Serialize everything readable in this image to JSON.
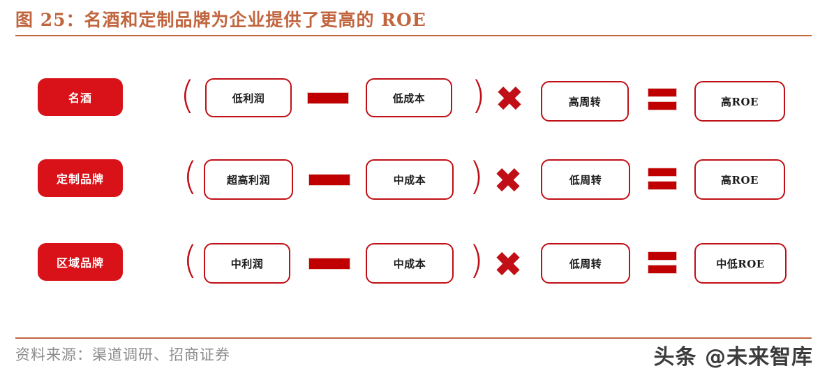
{
  "title": {
    "text": "图 25：名酒和定制品牌为企业提供了更高的 ROE",
    "accent_color": "#C1653F"
  },
  "colors": {
    "pill_fill": "#D91219",
    "box_border": "#C00F16",
    "operator_red": "#C00000",
    "title_rule": "#C1653F",
    "footer_text": "#8C8C8C"
  },
  "diagram": {
    "left_bracket": "(",
    "right_bracket": ")",
    "rows": [
      {
        "category": "名酒",
        "profit": "低利润",
        "cost": "低成本",
        "turnover": "高周转",
        "roe": "高ROE",
        "op_minus": "minus-icon",
        "op_times": "multiply-icon",
        "op_equals": "equals-icon"
      },
      {
        "category": "定制品牌",
        "profit": "超高利润",
        "cost": "中成本",
        "turnover": "低周转",
        "roe": "高ROE",
        "op_minus": "minus-icon",
        "op_times": "multiply-icon",
        "op_equals": "equals-icon"
      },
      {
        "category": "区域品牌",
        "profit": "中利润",
        "cost": "中成本",
        "turnover": "低周转",
        "roe": "中低ROE",
        "op_minus": "minus-icon",
        "op_times": "multiply-icon",
        "op_equals": "equals-icon"
      }
    ]
  },
  "footer": {
    "source": "资料来源：渠道调研、招商证券",
    "watermark": "头条 @未来智库"
  }
}
